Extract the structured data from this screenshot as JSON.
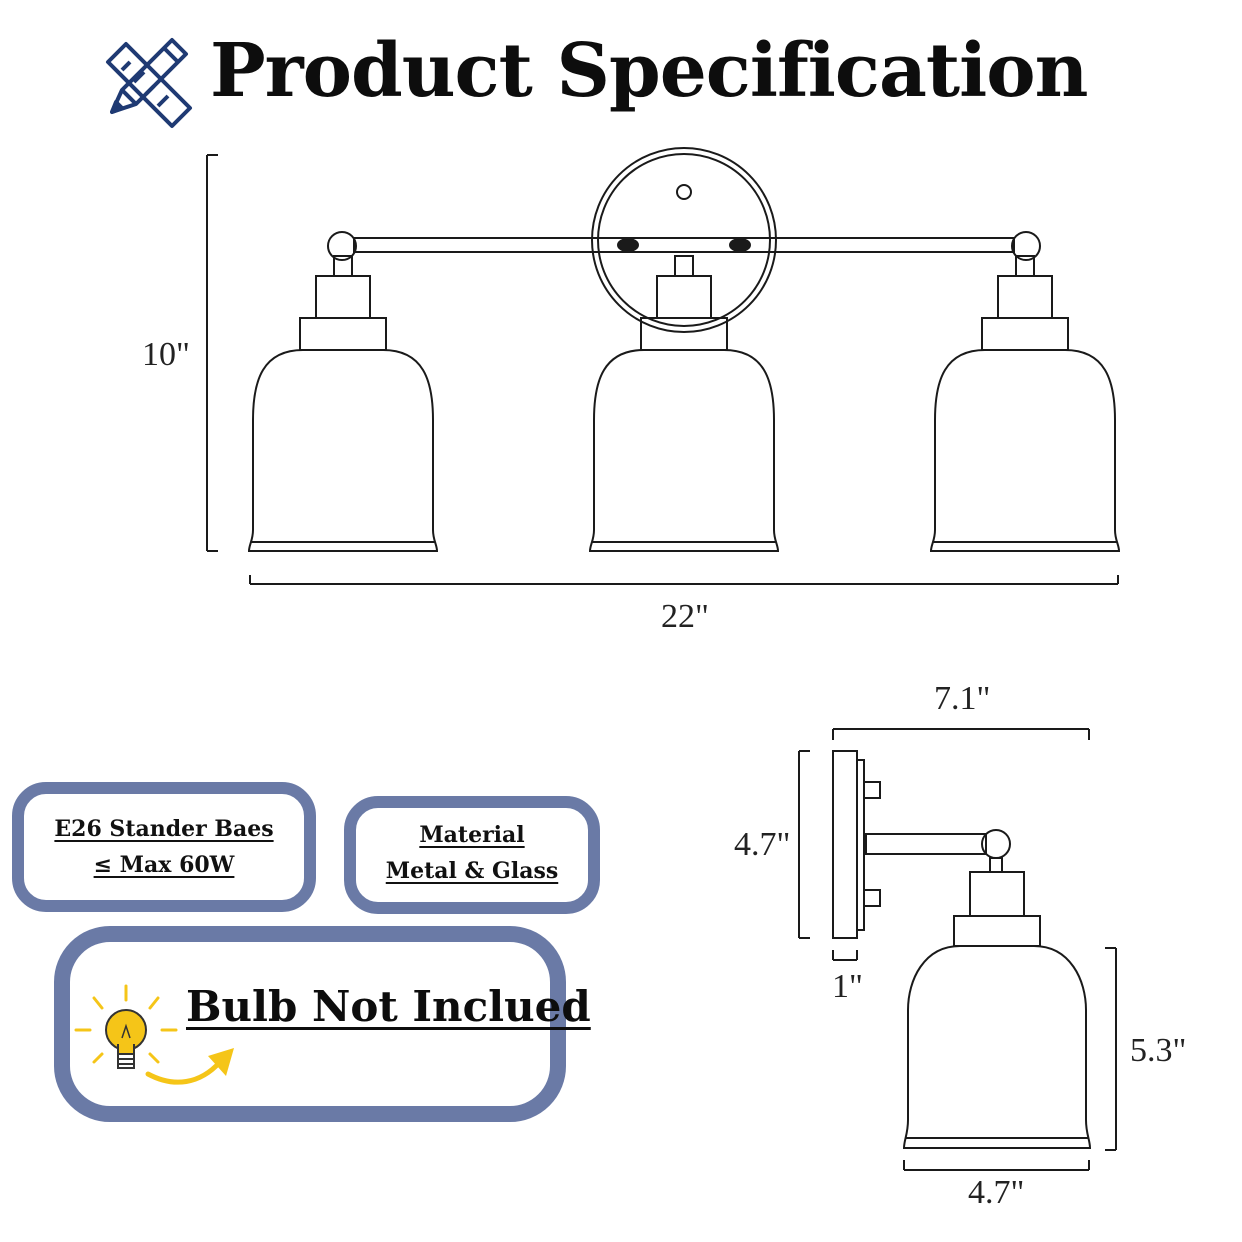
{
  "header": {
    "title": "Product  Specification",
    "icon": "ruler-pencil-icon",
    "icon_color": "#1f3a73"
  },
  "front_view": {
    "height_label": "10\"",
    "width_label": "22\""
  },
  "side_view": {
    "depth_label": "7.1\"",
    "backplate_height_label": "4.7\"",
    "backplate_depth_label": "1\"",
    "shade_height_label": "5.3\"",
    "shade_width_label": "4.7\""
  },
  "info_boxes": {
    "base": {
      "line1": "E26 Stander Baes",
      "line2": "≤  Max 60W"
    },
    "material": {
      "line1": "Material",
      "line2": "Metal & Glass"
    },
    "bulb": {
      "text": "Bulb Not Inclued",
      "icon": "light-bulb-icon",
      "arrow_icon": "curved-arrow-icon"
    }
  },
  "colors": {
    "box_border": "#6a7aa6",
    "bulb_yellow": "#f5c518",
    "arrow_yellow": "#f5c518",
    "line": "#1a1a1a"
  }
}
